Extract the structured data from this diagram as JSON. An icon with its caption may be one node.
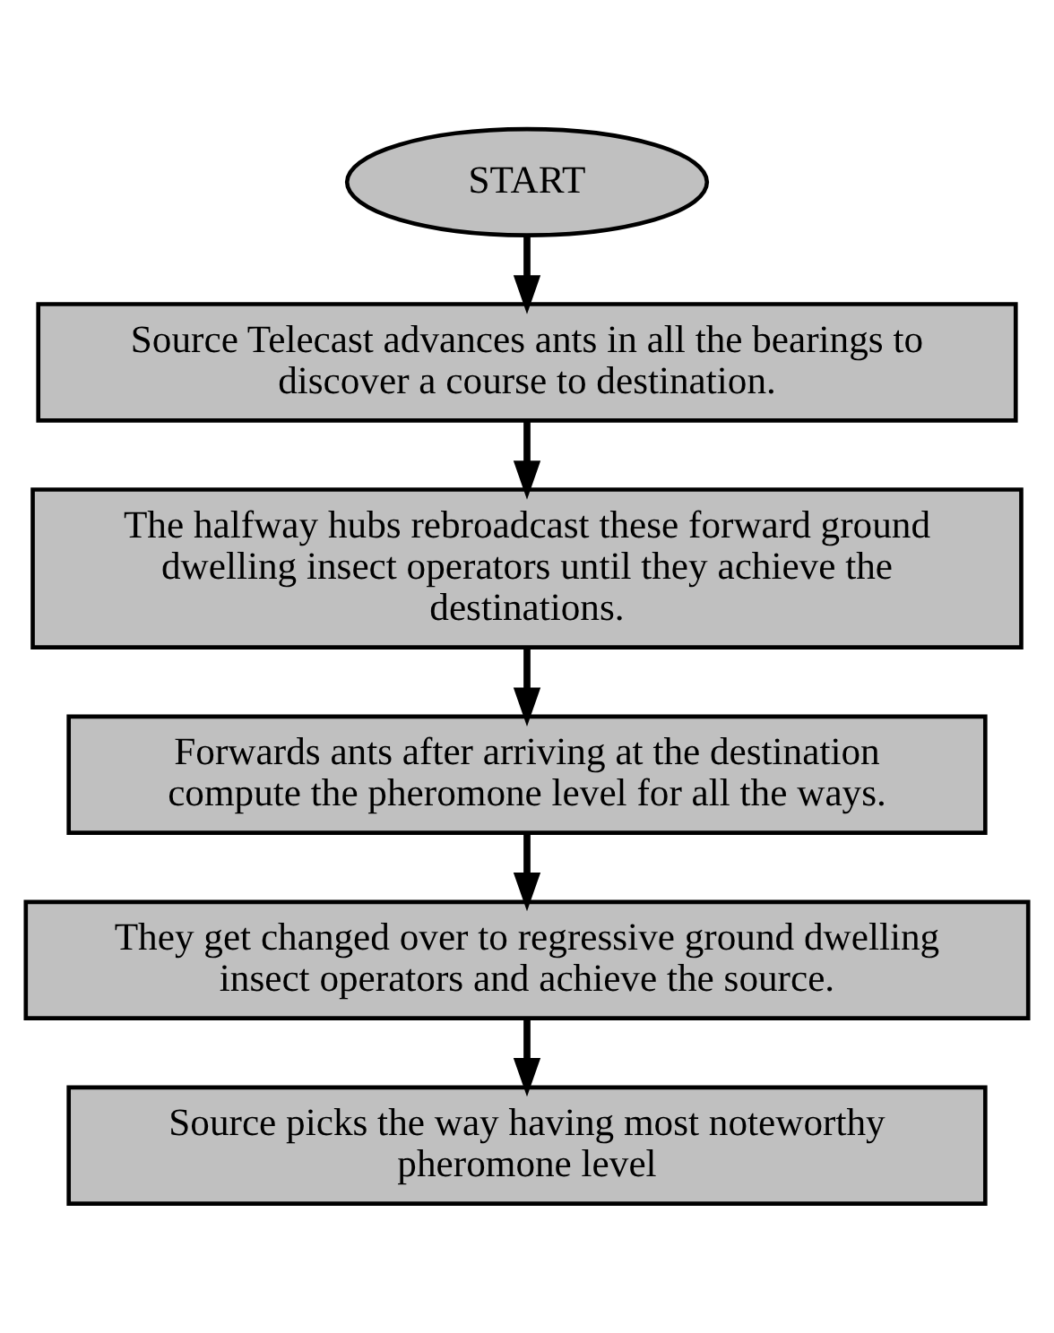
{
  "diagram": {
    "nodes": [
      {
        "text": [
          "START"
        ]
      },
      {
        "text": [
          "Source Telecast advances ants in all the bearings to discover a course to destination."
        ]
      },
      {
        "text": [
          "The halfway hubs rebroadcast these forward ground dwelling insect operators until they achieve the destinations."
        ]
      },
      {
        "text": [
          "Forwards ants after arriving at the destination compute the pheromone level for all the ways."
        ]
      },
      {
        "text": [
          "They get changed over to regressive ground dwelling insect operators and achieve the source."
        ]
      },
      {
        "text": [
          "Source picks the way having most noteworthy pheromone level"
        ]
      }
    ],
    "edges": [
      {
        "from": 0,
        "to": 1,
        "arrow": "to"
      },
      {
        "from": 1,
        "to": 2,
        "arrow": "to"
      },
      {
        "from": 2,
        "to": 3,
        "arrow": "to"
      },
      {
        "from": 3,
        "to": 4,
        "arrow": "to"
      },
      {
        "from": 4,
        "to": 5,
        "arrow": "to"
      }
    ]
  }
}
